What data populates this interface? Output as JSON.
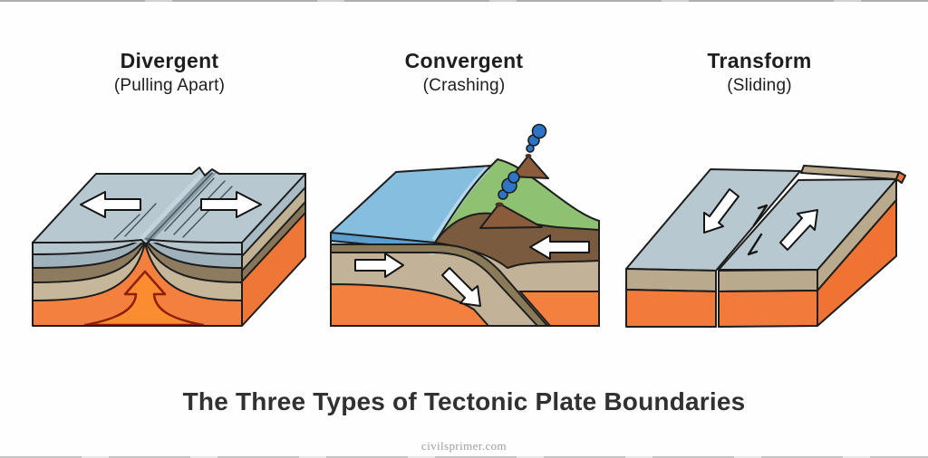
{
  "page": {
    "background": "#ffffff",
    "title": "The Three Types of Tectonic Plate Boundaries",
    "watermark": "civilsprimer.com"
  },
  "boundaries": [
    {
      "label": "Divergent",
      "sublabel": "(Pulling Apart)",
      "motion": "plates move apart",
      "features": [
        "rift valley at plate edges",
        "rising magma arrow from mantle",
        "two outward white plate-motion arrows",
        "layered crust over orange mantle"
      ]
    },
    {
      "label": "Convergent",
      "sublabel": "(Crashing)",
      "motion": "plates collide and oceanic plate subducts",
      "features": [
        "blue ocean over subducting plate",
        "green continent with two erupting volcanoes",
        "blue eruption plumes",
        "white arrows: plate moving right, slab diving down-right, continent moving left",
        "orange mantle"
      ]
    },
    {
      "label": "Transform",
      "sublabel": "(Sliding)",
      "motion": "plates slide horizontally past each other",
      "features": [
        "strike-slip fault between two offset blocks",
        "white arrow toward viewer on left plate",
        "white arrow away from viewer on right plate",
        "paired black shear half-arrows on fault",
        "tan crust layer over orange mantle"
      ]
    }
  ],
  "colors": {
    "plate_surface": "#b8c8d1",
    "rift_shadow": "#8c9fa9",
    "crust_gray": "#9fb2bc",
    "crust_brown": "#8d7b60",
    "crust_tan": "#c6b79a",
    "mantle_orange": "#f3803f",
    "magma_arrow_orange": "#fc8c30",
    "magma_arrow_outline": "#8f1f06",
    "ocean_blue": "#85bede",
    "land_green": "#8fc172",
    "volcano_brown": "#8a5c3c",
    "continent_brown": "#7b5b40",
    "slab_olive": "#8a7a58",
    "smoke_blue": "#2e74c6",
    "outline_dark": "#1d1d1d",
    "label_text": "#1e1e1e",
    "title_text": "#313131",
    "watermark_text": "#9d9d9d"
  }
}
